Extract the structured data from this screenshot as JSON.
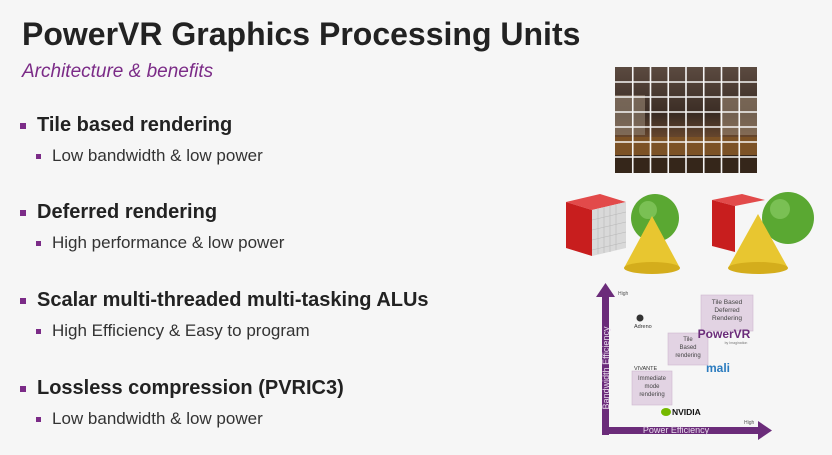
{
  "slide": {
    "title": "PowerVR Graphics Processing Units",
    "subtitle": "Architecture & benefits",
    "bullets": [
      {
        "main": "Tile based rendering",
        "sub": "Low bandwidth & low power"
      },
      {
        "main": "Deferred rendering",
        "sub": "High performance & low power"
      },
      {
        "main": "Scalar multi-threaded multi-tasking ALUs",
        "sub": "High Efficiency & Easy to program"
      },
      {
        "main": "Lossless compression (PVRIC3)",
        "sub": "Low bandwidth & low power"
      }
    ]
  },
  "chart": {
    "y_axis_label": "Bandwidth Efficiency",
    "x_axis_label": "Power Efficiency",
    "y_high": "High",
    "x_high": "High",
    "box_top": "Tile Based Deferred Rendering",
    "box_top_lines": [
      "Tile Based",
      "Deferred",
      "Rendering"
    ],
    "box_mid_lines": [
      "Tile",
      "Based",
      "rendering"
    ],
    "box_low_lines": [
      "Immediate",
      "mode",
      "rendering"
    ],
    "brands": {
      "powervr": "PowerVR",
      "powervr_tag": "by Imagination",
      "adreno": "Adreno",
      "mali": "mali",
      "vivante": "VIVANTE",
      "nvidia": "NVIDIA"
    }
  },
  "colors": {
    "accent": "#7b2b87",
    "box_fill": "#e2d3e3",
    "arrow": "#6b2c7a"
  },
  "icons": {
    "bullet": "purple-square",
    "tile_image": "tiled-rendering-photo",
    "deferred_image": "cube-sphere-cone-scene"
  }
}
